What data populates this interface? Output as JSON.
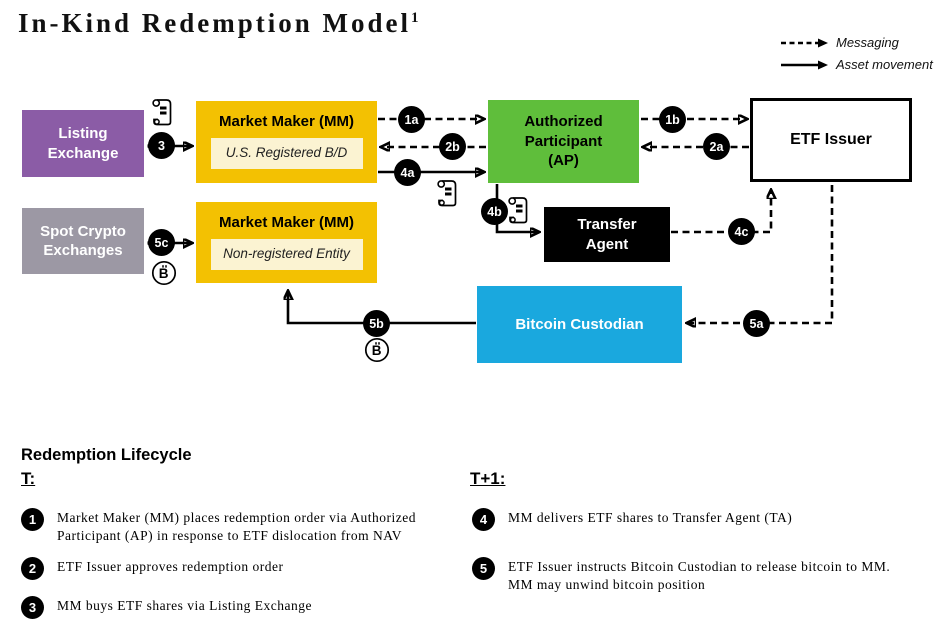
{
  "title": {
    "text": "In-Kind Redemption Model",
    "superscript": "1"
  },
  "legend": {
    "messaging": "Messaging",
    "asset_movement": "Asset movement"
  },
  "colors": {
    "listing_exchange": "#8B5CA6",
    "market_maker": "#F3C102",
    "market_maker_inner": "#FBF3D2",
    "authorized_participant": "#5FBE3B",
    "spot_crypto": "#9C98A4",
    "transfer_agent": "#000000",
    "bitcoin_custodian": "#1AA8DE",
    "etf_issuer_border": "#000000"
  },
  "nodes": {
    "listing_exchange": {
      "label": "Listing\nExchange"
    },
    "market_maker_registered": {
      "title": "Market Maker (MM)",
      "subtitle": "U.S. Registered B/D"
    },
    "authorized_participant": {
      "label": "Authorized\nParticipant\n(AP)"
    },
    "etf_issuer": {
      "label": "ETF Issuer"
    },
    "spot_crypto_exchanges": {
      "label": "Spot Crypto\nExchanges"
    },
    "market_maker_nonregistered": {
      "title": "Market Maker (MM)",
      "subtitle": "Non-registered Entity"
    },
    "transfer_agent": {
      "label": "Transfer\nAgent"
    },
    "bitcoin_custodian": {
      "label": "Bitcoin Custodian"
    }
  },
  "badges": {
    "b1a": "1a",
    "b1b": "1b",
    "b2a": "2a",
    "b2b": "2b",
    "b3": "3",
    "b4a": "4a",
    "b4b": "4b",
    "b4c": "4c",
    "b5a": "5a",
    "b5b": "5b",
    "b5c": "5c"
  },
  "icons": {
    "scroll": "scroll-certificate",
    "bitcoin": "circled-bitcoin-b",
    "bitcoin_glyph": "B"
  },
  "lifecycle": {
    "heading": "Redemption Lifecycle",
    "columns": [
      {
        "label": "T:",
        "steps": [
          {
            "num": "1",
            "text": "Market Maker (MM) places redemption order via Authorized\nParticipant (AP) in response to ETF dislocation from NAV"
          },
          {
            "num": "2",
            "text": "ETF Issuer approves redemption order"
          },
          {
            "num": "3",
            "text": "MM buys ETF shares via Listing Exchange"
          }
        ]
      },
      {
        "label": "T+1:",
        "steps": [
          {
            "num": "4",
            "text": "MM delivers ETF shares to Transfer Agent (TA)"
          },
          {
            "num": "5",
            "text": "ETF Issuer instructs Bitcoin Custodian to release bitcoin to MM.\nMM may unwind bitcoin position"
          }
        ]
      }
    ]
  }
}
